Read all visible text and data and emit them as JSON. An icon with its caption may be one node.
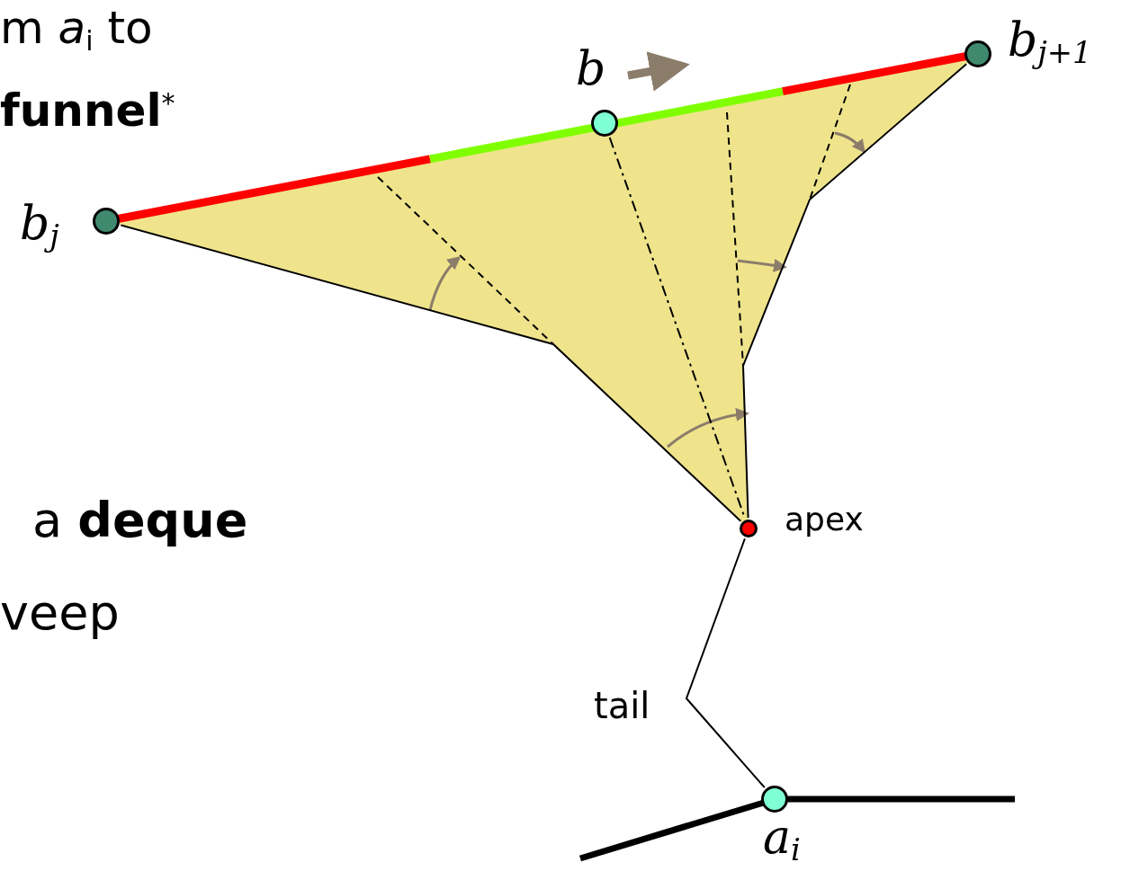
{
  "diagram": {
    "nodes": [
      {
        "text": [],
        "shape": "circle",
        "beside": [
          "*b*$_{j+1}$"
        ]
      },
      {
        "text": [],
        "shape": "circle",
        "beside": [
          "*b*"
        ]
      },
      {
        "text": [],
        "shape": "circle",
        "beside": [
          "*b*$_{j}$"
        ]
      },
      {
        "text": [],
        "shape": "circle",
        "beside": [
          "apex"
        ]
      },
      {
        "text": [],
        "shape": "circle",
        "beside": [
          "*a*$_{i}$"
        ]
      }
    ],
    "edges": [
      {
        "from": 1,
        "to": 3,
        "arrow": "none",
        "style": "dashed"
      },
      {
        "from": 2,
        "to": 3,
        "arrow": "none"
      },
      {
        "from": 0,
        "to": 3,
        "arrow": "none"
      },
      {
        "from": 3,
        "to": 4,
        "arrow": "none"
      }
    ],
    "labels": [
      "m *a*$_{i}$ to",
      "**funnel**$^{*}$",
      "a **deque**",
      "veep",
      "tail"
    ]
  }
}
